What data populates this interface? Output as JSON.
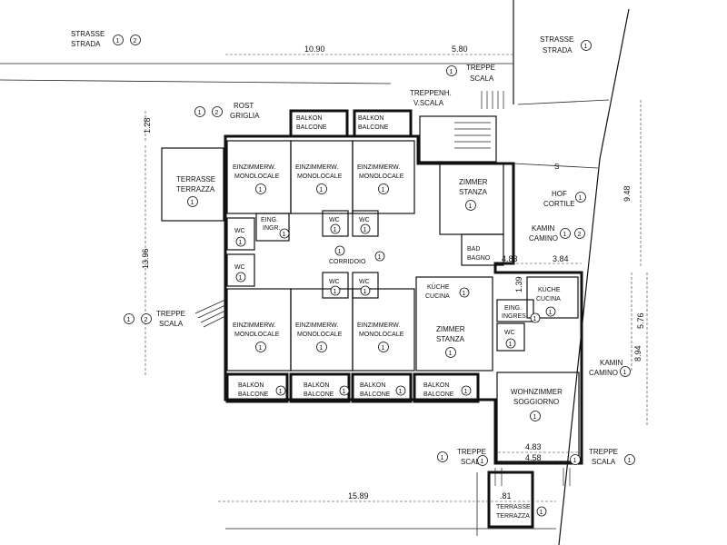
{
  "labels": {
    "street_left_1": "STRASSE",
    "street_left_2": "STRADA",
    "street_right_1": "STRASSE",
    "street_right_2": "STRADA",
    "stairs_top_1": "TREPPE",
    "stairs_top_2": "SCALA",
    "stairwell_1": "TREPPENH.",
    "stairwell_2": "V.SCALA",
    "grill_1": "ROST",
    "grill_2": "GRIGLIA",
    "balcony_top_a_1": "BALKON",
    "balcony_top_a_2": "BALCONE",
    "balcony_top_b_1": "BALKON",
    "balcony_top_b_2": "BALCONE",
    "terrace_left_1": "TERRASSE",
    "terrace_left_2": "TERRAZZA",
    "studio_1a": "EINZIMMERW.",
    "studio_1b": "MONOLOCALE",
    "studio_2a": "EINZIMMERW.",
    "studio_2b": "MONOLOCALE",
    "studio_3a": "EINZIMMERW.",
    "studio_3b": "MONOLOCALE",
    "room_top_1": "ZIMMER",
    "room_top_2": "STANZA",
    "yard_1": "HOF",
    "yard_2": "CORTILE",
    "fireplace_top_1": "KAMIN",
    "fireplace_top_2": "CAMINO",
    "entrance_1": "EING.",
    "entrance_2": "INGR.",
    "wc": "WC",
    "corridor": "CORRIDOIO",
    "bath_1": "BAD",
    "bath_2": "BAGNO",
    "kitchen_mid_1": "KÜCHE",
    "kitchen_mid_2": "CUCINA",
    "kitchen_right_1": "KÜCHE",
    "kitchen_right_2": "CUCINA",
    "entrance_right_1": "EING.",
    "entrance_right_2": "INGRES.",
    "studio_4a": "EINZIMMERW.",
    "studio_4b": "MONOLOCALE",
    "studio_5a": "EINZIMMERW.",
    "studio_5b": "MONOLOCALE",
    "studio_6a": "EINZIMMERW.",
    "studio_6b": "MONOLOCALE",
    "room_bottom_1": "ZIMMER",
    "room_bottom_2": "STANZA",
    "stairs_left_1": "TREPPE",
    "stairs_left_2": "SCALA",
    "fireplace_right_1": "KAMIN",
    "fireplace_right_2": "CAMINO",
    "balcony_b1_1": "BALKON",
    "balcony_b1_2": "BALCONE",
    "balcony_b2_1": "BALKON",
    "balcony_b2_2": "BALCONE",
    "balcony_b3_1": "BALKON",
    "balcony_b3_2": "BALCONE",
    "balcony_b4_1": "BALKON",
    "balcony_b4_2": "BALCONE",
    "living_1": "WOHNZIMMER",
    "living_2": "SOGGIORNO",
    "stairs_bl_1": "TREPPE",
    "stairs_bl_2": "SCALA",
    "stairs_br_1": "TREPPE",
    "stairs_br_2": "SCALA",
    "terrace_bottom_1": "TERRASSE",
    "terrace_bottom_2": "TERRAZZA",
    "s_marker": "S"
  },
  "markers": {
    "one": "1",
    "two": "2"
  },
  "dimensions": {
    "d_10_90": "10.90",
    "d_5_80": "5.80",
    "d_1_28": "1.28",
    "d_13_96": "13.96",
    "d_9_48": "9.48",
    "d_3_84": "3.84",
    "d_4_83_mid": "4.83",
    "d_1_39": "1.39",
    "d_5_76": "5.76",
    "d_8_94": "8.94",
    "d_4_83_bottom": "4.83",
    "d_4_58": "4.58",
    "d_15_89": "15.89",
    "d_81": ".81"
  }
}
